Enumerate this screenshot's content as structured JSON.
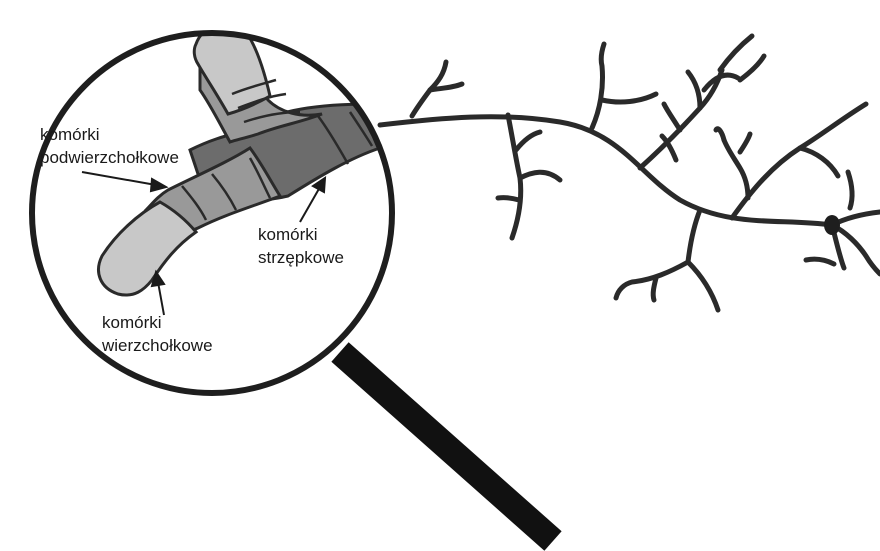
{
  "labels": {
    "subapical_line1": "komórki",
    "subapical_line2": "podwierzchołkowe",
    "hyphal_line1": "komórki",
    "hyphal_line2": "strzępkowe",
    "apical_line1": "komórki",
    "apical_line2": "wierzchołkowe"
  },
  "colors": {
    "background": "#ffffff",
    "outline": "#2a2a2a",
    "apical_fill": "#c8c8c8",
    "subapical_fill": "#999999",
    "hyphal_fill": "#6c6c6c",
    "lens_rim": "#1e1e1e",
    "handle": "#111111",
    "text": "#1a1a1a"
  }
}
